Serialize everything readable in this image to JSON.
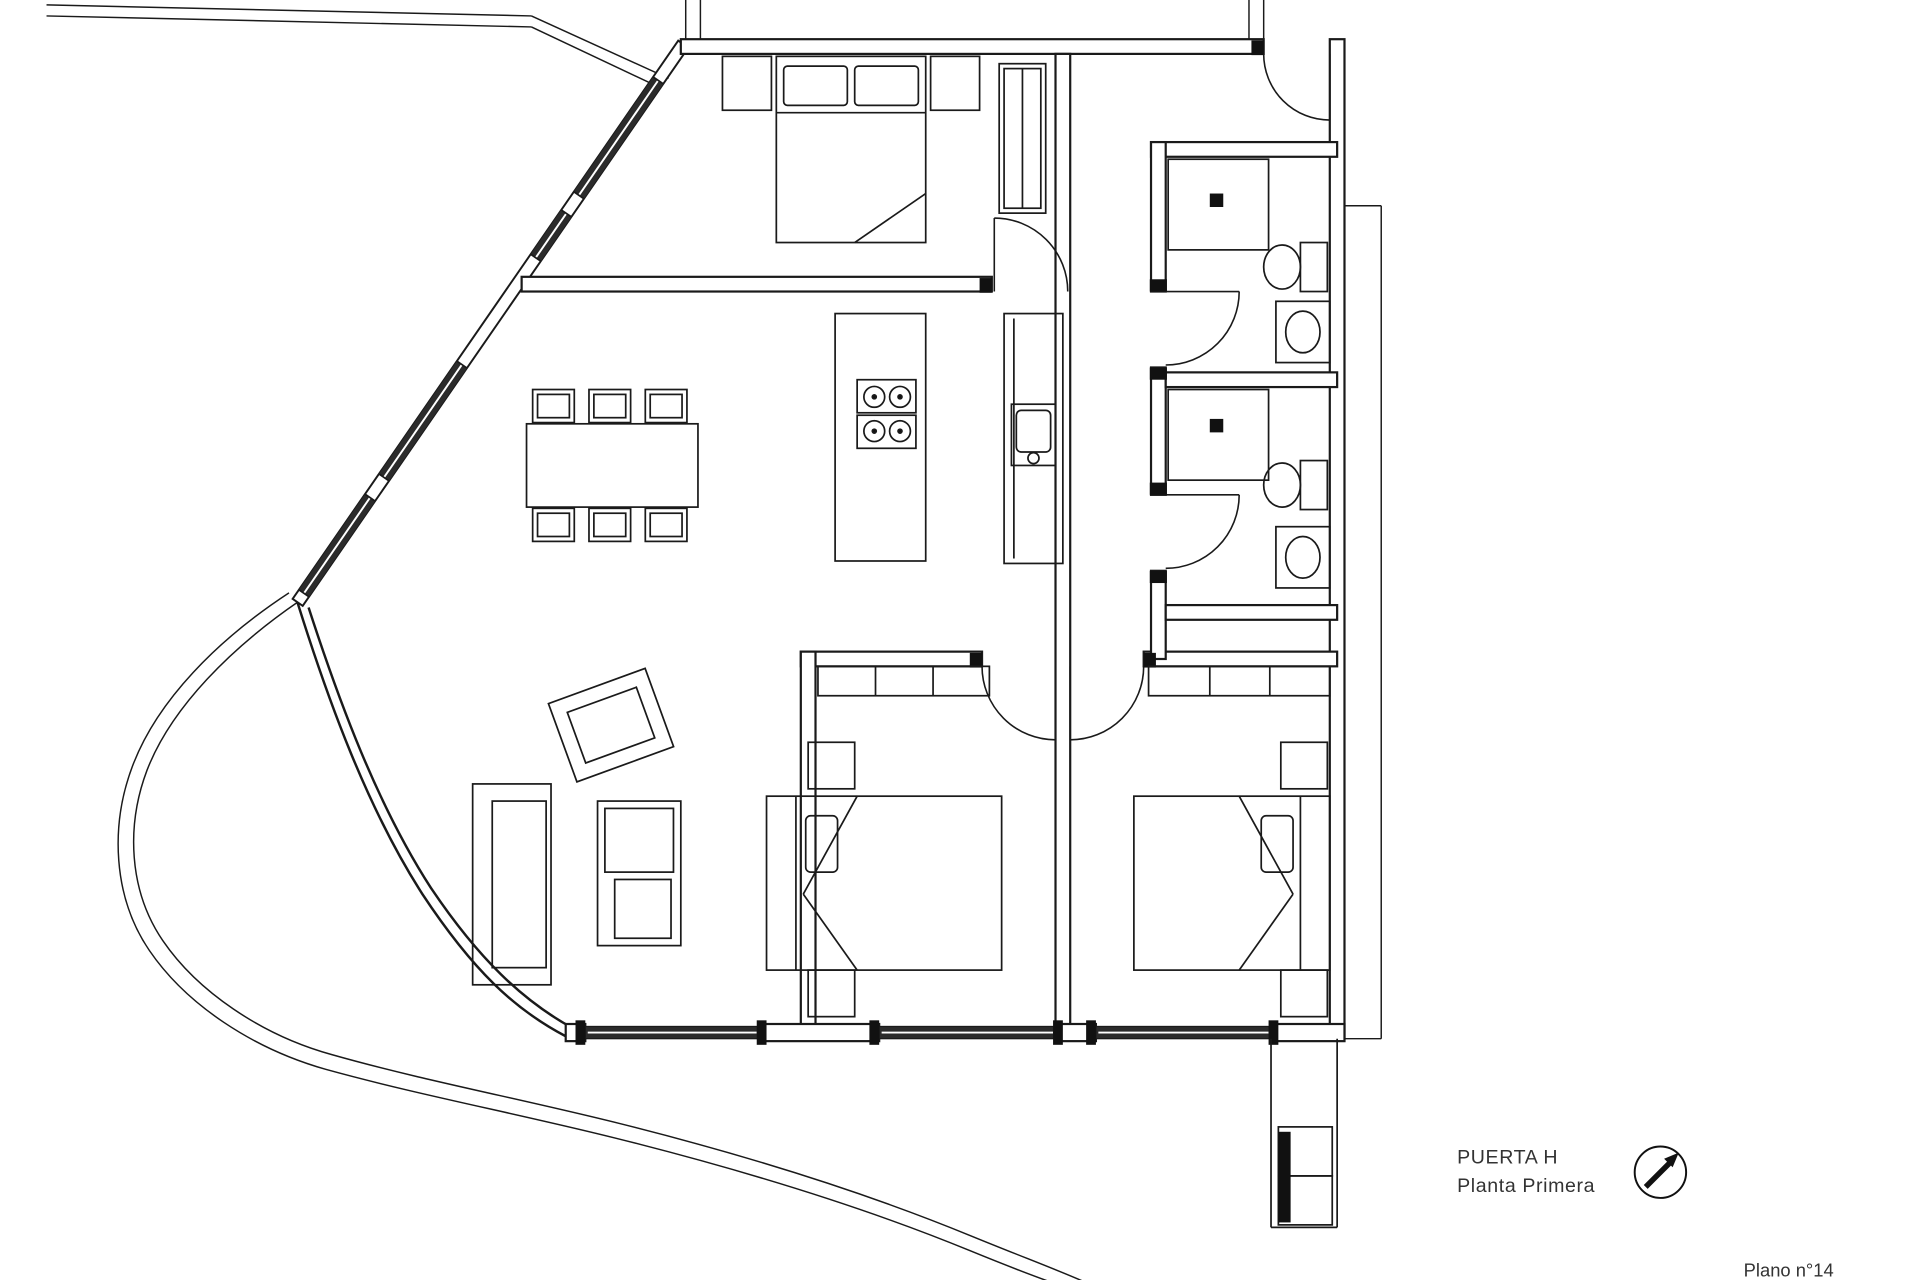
{
  "title_block": {
    "door": "PUERTA H",
    "floor": "Planta Primera",
    "sheet": "Plano n°14"
  },
  "legend": {
    "compass": "north-arrow"
  },
  "colors": {
    "background": "#ffffff",
    "line": "#1a1a1a",
    "glazing": "#2b2b2b",
    "text": "#333333"
  }
}
